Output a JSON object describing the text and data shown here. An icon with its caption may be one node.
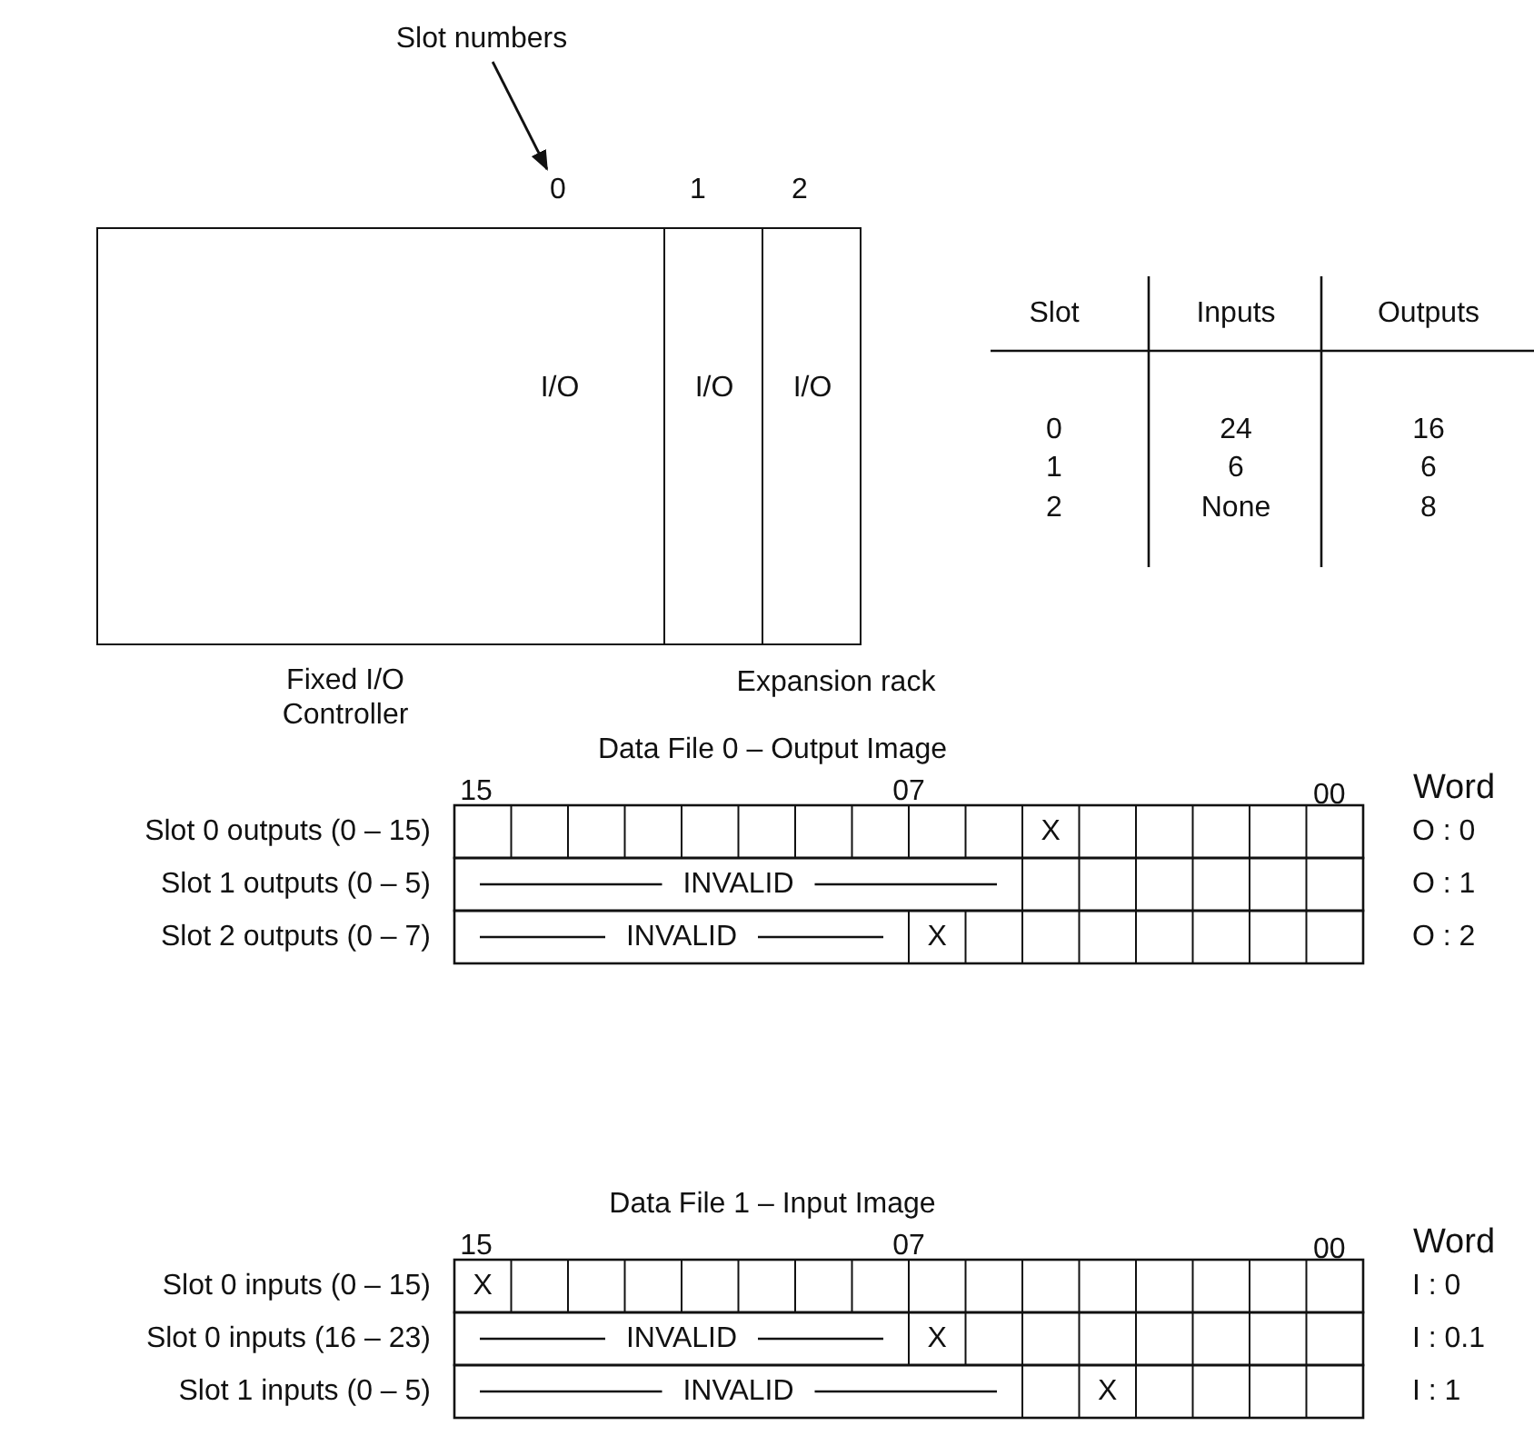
{
  "diagram": {
    "nodes": [
      {
        "text": [
          "Slot numbers"
        ]
      },
      {
        "text": [
          "0"
        ]
      },
      {
        "text": [
          "I/O"
        ],
        "beside": [
          "Fixed I/O Controller"
        ]
      },
      {
        "text": [
          "I/O"
        ]
      },
      {
        "text": [
          "I/O"
        ]
      }
    ],
    "edges": [
      {
        "from": 0,
        "to": 1,
        "arrow": "to"
      }
    ],
    "labels": [
      "1",
      "2",
      "Expansion rack",
      "Slot",
      "Inputs",
      "Outputs",
      "0",
      "24",
      "16",
      "1",
      "6",
      "6",
      "2",
      "None",
      "8",
      "Data File 0 – Output Image",
      "15",
      "07",
      "00",
      "Word",
      "Slot 0 outputs (0 – 15)",
      "X",
      "O : 0",
      "Slot 1 outputs (0 – 5)",
      "INVALID",
      "O : 1",
      "Slot 2 outputs (0 – 7)",
      "INVALID",
      "X",
      "O : 2",
      "Data File 1 – Input Image",
      "15",
      "07",
      "00",
      "Word",
      "Slot 0 inputs (0 – 15)",
      "X",
      "I : 0",
      "Slot 0 inputs (16 – 23)",
      "INVALID",
      "X",
      "I : 0.1",
      "Slot 1 inputs (0 – 5)",
      "INVALID",
      "X",
      "I : 1"
    ]
  }
}
